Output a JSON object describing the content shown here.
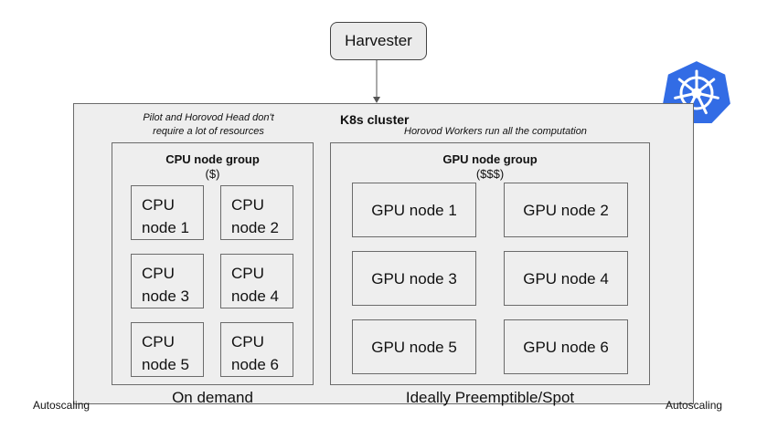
{
  "harvester": {
    "label": "Harvester"
  },
  "cluster": {
    "title": "K8s cluster",
    "note_left": [
      "Pilot and Horovod Head don't",
      "require a lot of resources"
    ],
    "note_right": "Horovod Workers run all the computation"
  },
  "cpu_group": {
    "title": "CPU node group",
    "cost": "($)",
    "nodes": [
      [
        "CPU",
        "node 1"
      ],
      [
        "CPU",
        "node 2"
      ],
      [
        "CPU",
        "node 3"
      ],
      [
        "CPU",
        "node 4"
      ],
      [
        "CPU",
        "node 5"
      ],
      [
        "CPU",
        "node 6"
      ]
    ],
    "caption": "On demand"
  },
  "gpu_group": {
    "title": "GPU node group",
    "cost": "($$$)",
    "nodes": [
      "GPU node 1",
      "GPU node 2",
      "GPU node 3",
      "GPU node 4",
      "GPU node 5",
      "GPU node 6"
    ],
    "caption": "Ideally Preemptible/Spot"
  },
  "autoscaling_left": "Autoscaling",
  "autoscaling_right": "Autoscaling",
  "logo": {
    "icon": "kubernetes-logo-icon",
    "color": "#326ce5"
  },
  "colors": {
    "box_fill": "#eeeeee",
    "border": "#6b6b6b"
  }
}
